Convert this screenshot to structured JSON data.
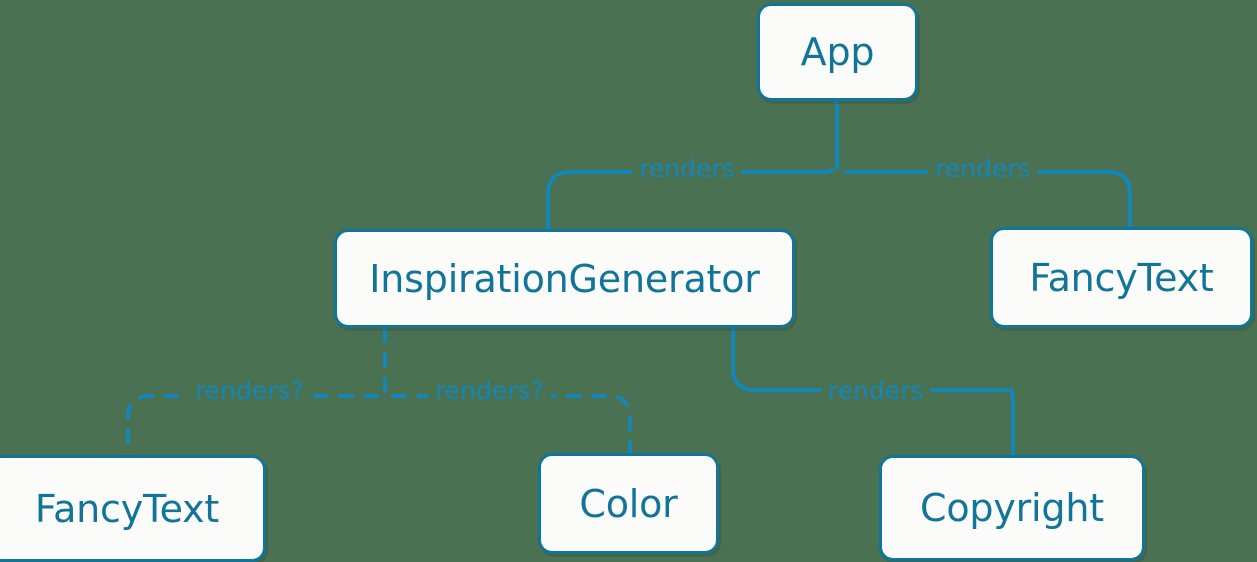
{
  "diagram": {
    "type": "component-tree",
    "background_color": "#4a7152",
    "accent_color": "#11759a",
    "edge_color": "#1486b8",
    "node_fill": "#fbfbfa",
    "nodes": [
      {
        "id": "app",
        "label": "App"
      },
      {
        "id": "inspiration_generator",
        "label": "InspirationGenerator"
      },
      {
        "id": "fancytext_right",
        "label": "FancyText"
      },
      {
        "id": "fancytext_left",
        "label": "FancyText"
      },
      {
        "id": "color",
        "label": "Color"
      },
      {
        "id": "copyright",
        "label": "Copyright"
      }
    ],
    "edges": [
      {
        "from": "app",
        "to": "inspiration_generator",
        "label": "renders",
        "style": "solid"
      },
      {
        "from": "app",
        "to": "fancytext_right",
        "label": "renders",
        "style": "solid"
      },
      {
        "from": "inspiration_generator",
        "to": "fancytext_left",
        "label": "renders?",
        "style": "dashed"
      },
      {
        "from": "inspiration_generator",
        "to": "color",
        "label": "renders?",
        "style": "dashed"
      },
      {
        "from": "inspiration_generator",
        "to": "copyright",
        "label": "renders",
        "style": "solid"
      }
    ]
  }
}
